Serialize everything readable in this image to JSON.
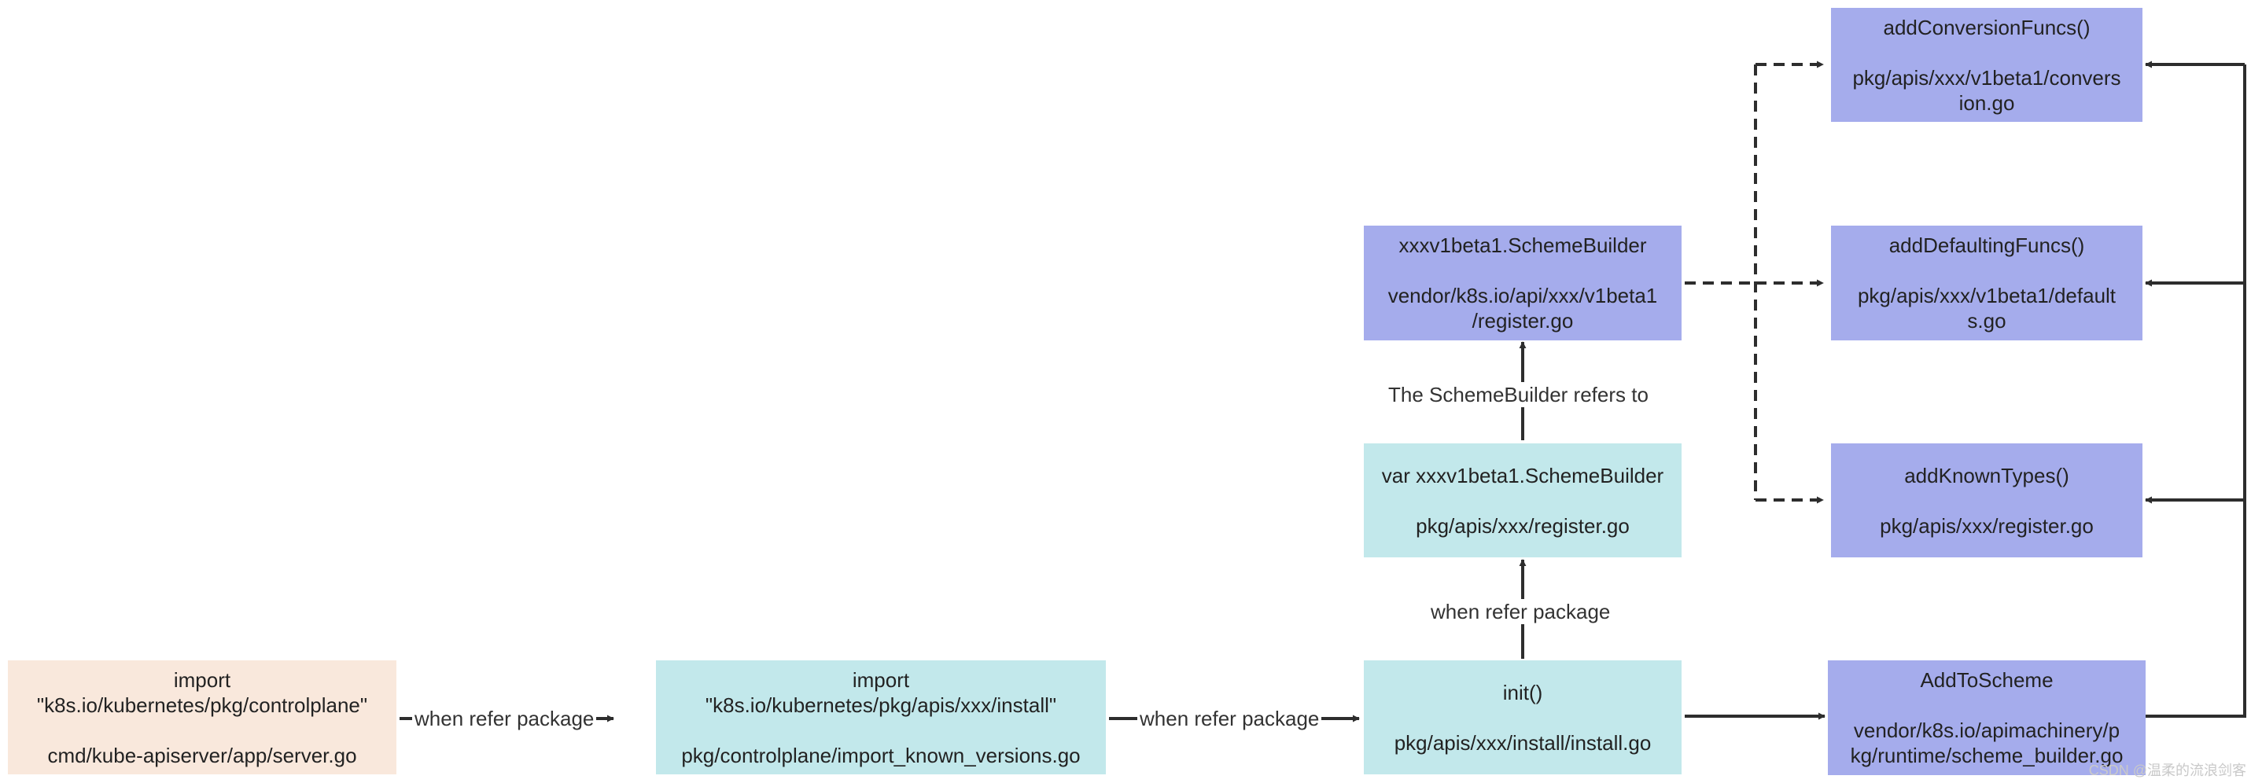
{
  "colors": {
    "peach": "#f9e8dc",
    "cyan": "#c2e8eb",
    "lavender": "#a5acec",
    "line": "#2d2d2d"
  },
  "nodes": {
    "server": {
      "line1": "import",
      "line2": "\"k8s.io/kubernetes/pkg/controlplane\"",
      "line3": "cmd/kube-apiserver/app/server.go"
    },
    "install_import": {
      "line1": "import",
      "line2": "\"k8s.io/kubernetes/pkg/apis/xxx/install\"",
      "line3": "pkg/controlplane/import_known_versions.go"
    },
    "init": {
      "line1": "init()",
      "line2": "pkg/apis/xxx/install/install.go"
    },
    "var_builder": {
      "line1": "var xxxv1beta1.SchemeBuilder",
      "line2": "pkg/apis/xxx/register.go"
    },
    "scheme_builder": {
      "line1": "xxxv1beta1.SchemeBuilder",
      "line2": "vendor/k8s.io/api/xxx/v1beta1",
      "line3": "/register.go"
    },
    "add_to_scheme": {
      "line1": "AddToScheme",
      "line2": "vendor/k8s.io/apimachinery/p",
      "line3": "kg/runtime/scheme_builder.go"
    },
    "conversion": {
      "line1": "addConversionFuncs()",
      "line2": "pkg/apis/xxx/v1beta1/convers",
      "line3": "ion.go"
    },
    "defaulting": {
      "line1": "addDefaultingFuncs()",
      "line2": "pkg/apis/xxx/v1beta1/default",
      "line3": "s.go"
    },
    "known_types": {
      "line1": "addKnownTypes()",
      "line2": "pkg/apis/xxx/register.go"
    }
  },
  "edge_labels": {
    "server_to_install": "when refer package",
    "install_to_init": "when refer package",
    "init_to_var": "when refer package",
    "var_to_builder": "The SchemeBuilder refers to"
  },
  "watermark": "CSDN @温柔的流浪剑客"
}
